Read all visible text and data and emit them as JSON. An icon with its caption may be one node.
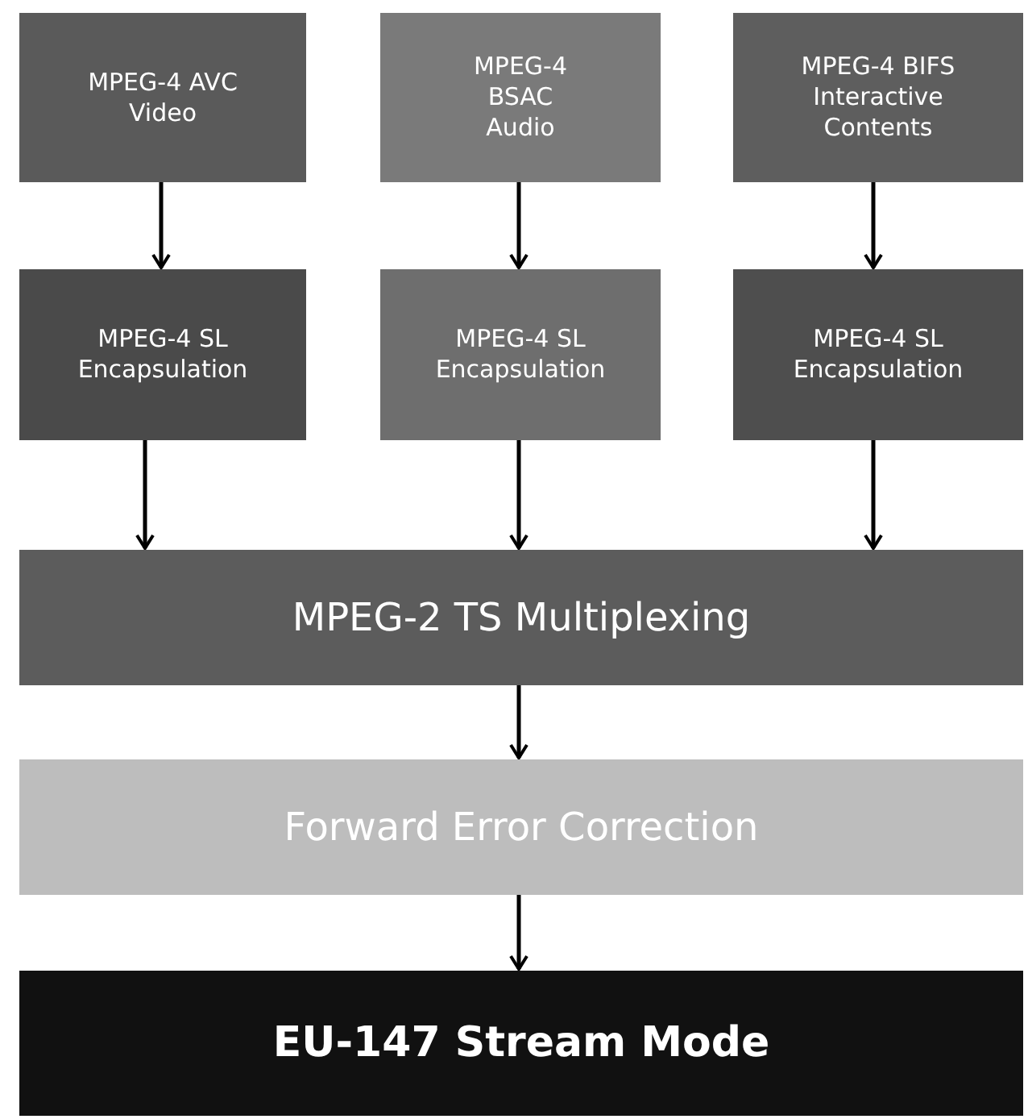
{
  "diagram": {
    "nodes": [
      {
        "text": [
          "MPEG-4 AVC Video"
        ]
      },
      {
        "text": [
          "MPEG-4 BSAC Audio"
        ]
      },
      {
        "text": [
          "MPEG-4 BIFS Interactive Contents"
        ]
      },
      {
        "text": [
          "MPEG-4 SL Encapsulation"
        ]
      },
      {
        "text": [
          "MPEG-4 SL Encapsulation"
        ]
      },
      {
        "text": [
          "MPEG-4 SL Encapsulation"
        ]
      },
      {
        "text": [
          "MPEG-2 TS Multiplexing"
        ]
      },
      {
        "text": [
          "Forward Error Correction"
        ]
      },
      {
        "text": [
          "EU-147 Stream Mode"
        ]
      }
    ],
    "edges": [
      {
        "from": 0,
        "to": 3,
        "arrow": "to"
      },
      {
        "from": 1,
        "to": 4,
        "arrow": "to"
      },
      {
        "from": 2,
        "to": 5,
        "arrow": "to"
      },
      {
        "from": 3,
        "to": 6,
        "arrow": "to"
      },
      {
        "from": 4,
        "to": 6,
        "arrow": "to"
      },
      {
        "from": 5,
        "to": 6,
        "arrow": "to"
      },
      {
        "from": 6,
        "to": 7,
        "arrow": "to"
      },
      {
        "from": 7,
        "to": 8,
        "arrow": "to"
      }
    ]
  }
}
